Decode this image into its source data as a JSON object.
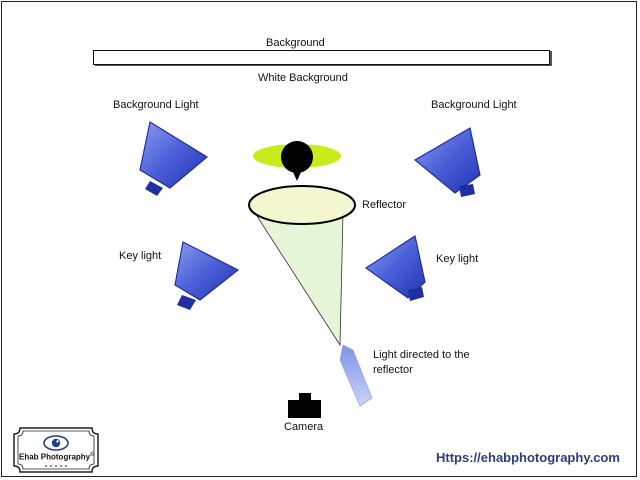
{
  "labels": {
    "background": "Background",
    "white_background": "White Background",
    "background_light_left": "Background Light",
    "background_light_right": "Background Light",
    "reflector": "Reflector",
    "key_light_left": "Key light",
    "key_light_right": "Key light",
    "light_directed": "Light directed to the reflector",
    "camera": "Camera"
  },
  "watermark": {
    "logo_text": "Ehab Photography",
    "logo_mark": "©",
    "url": "Https://ehabphotography.com"
  },
  "colors": {
    "light_fill": "#4a5fd8",
    "light_dark": "#1f2fa0",
    "halo": "#c8ec1a",
    "reflector_fill": "#f2f7cf",
    "beam": "#e6f5d8",
    "torch": "#aebcf2",
    "url": "#2a3f7a"
  }
}
